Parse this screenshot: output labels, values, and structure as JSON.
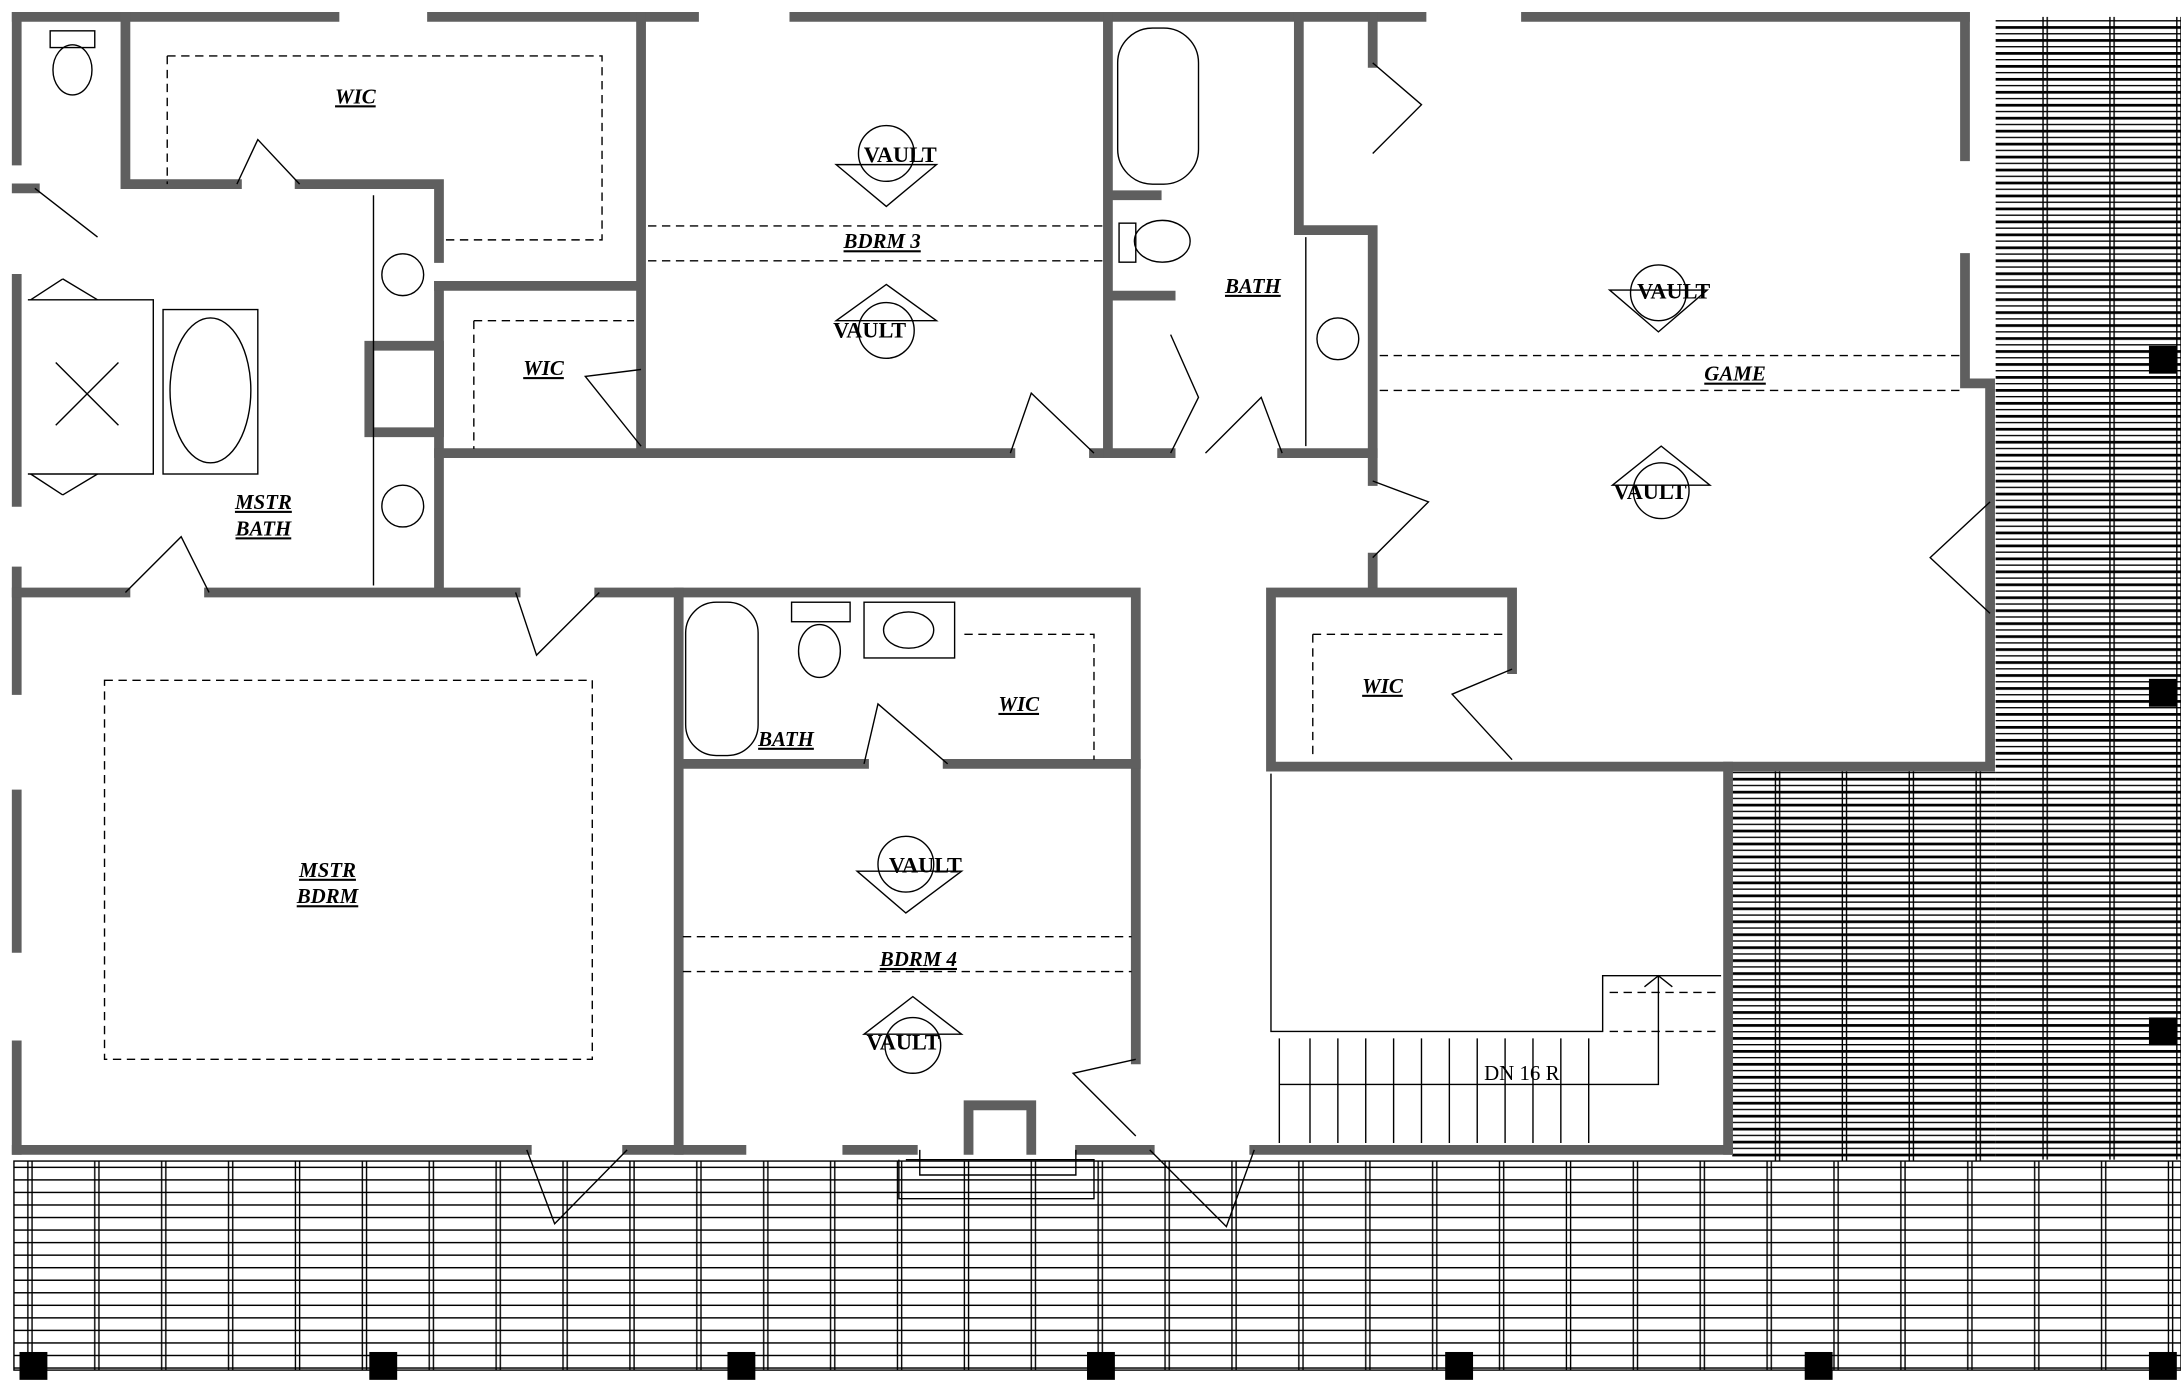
{
  "plan": {
    "rooms": {
      "wic_master": "WIC",
      "mstr_bath_line1": "MSTR",
      "mstr_bath_line2": "BATH",
      "wic_2": "WIC",
      "bdrm3": "BDRM 3",
      "bath_upper": "BATH",
      "game": "GAME",
      "mstr_bdrm_line1": "MSTR",
      "mstr_bdrm_line2": "BDRM",
      "bath_lower": "BATH",
      "wic_3": "WIC",
      "bdrm4": "BDRM 4",
      "wic_game": "WIC"
    },
    "vault_label": "VAULT",
    "stair_label": "DN 16 R",
    "colors": {
      "wall": "#5f5f5f",
      "line": "#000000",
      "background": "#ffffff"
    }
  }
}
